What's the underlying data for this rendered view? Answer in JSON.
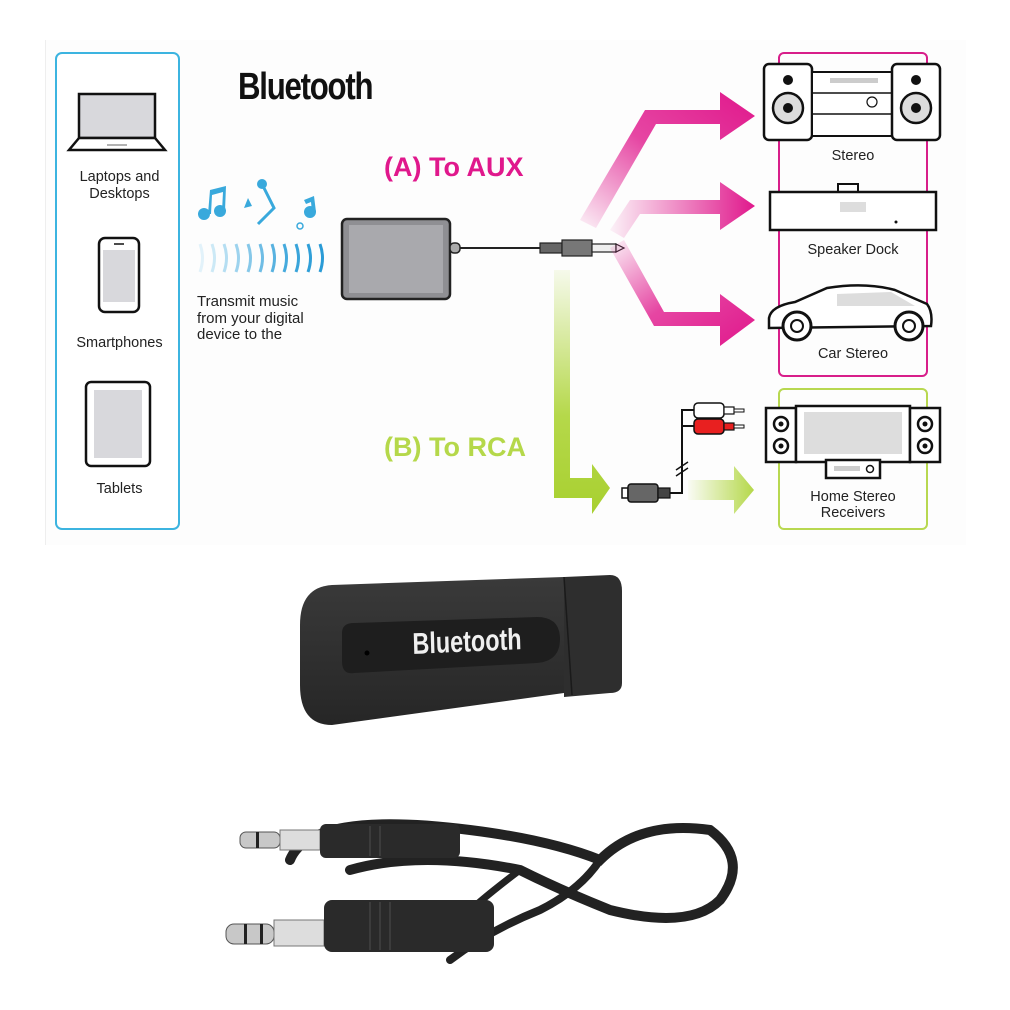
{
  "diagram": {
    "title": "Bluetooth",
    "sources": {
      "border_color": "#3cb4e0",
      "items": [
        {
          "icon": "laptop-icon",
          "label_line1": "Laptops and",
          "label_line2": "Desktops"
        },
        {
          "icon": "smartphone-icon",
          "label": "Smartphones"
        },
        {
          "icon": "tablet-icon",
          "label": "Tablets"
        }
      ]
    },
    "transmit_text": {
      "line1": "Transmit music",
      "line2": "from your digital",
      "line3": "device to the"
    },
    "route_a": {
      "label": "(A) To AUX",
      "color": "#e0188c",
      "outputs": [
        {
          "icon": "stereo-icon",
          "label": "Stereo"
        },
        {
          "icon": "speaker-dock-icon",
          "label": "Speaker Dock"
        },
        {
          "icon": "car-icon",
          "label": "Car Stereo"
        }
      ]
    },
    "route_b": {
      "label": "(B) To RCA",
      "color": "#b5d84a",
      "outputs": [
        {
          "icon": "home-stereo-icon",
          "label_line1": "Home Stereo",
          "label_line2": "Receivers"
        }
      ]
    }
  },
  "product": {
    "dongle_label": "Bluetooth",
    "dongle_color": "#2f2f2f",
    "cable": "3.5mm audio cable"
  }
}
